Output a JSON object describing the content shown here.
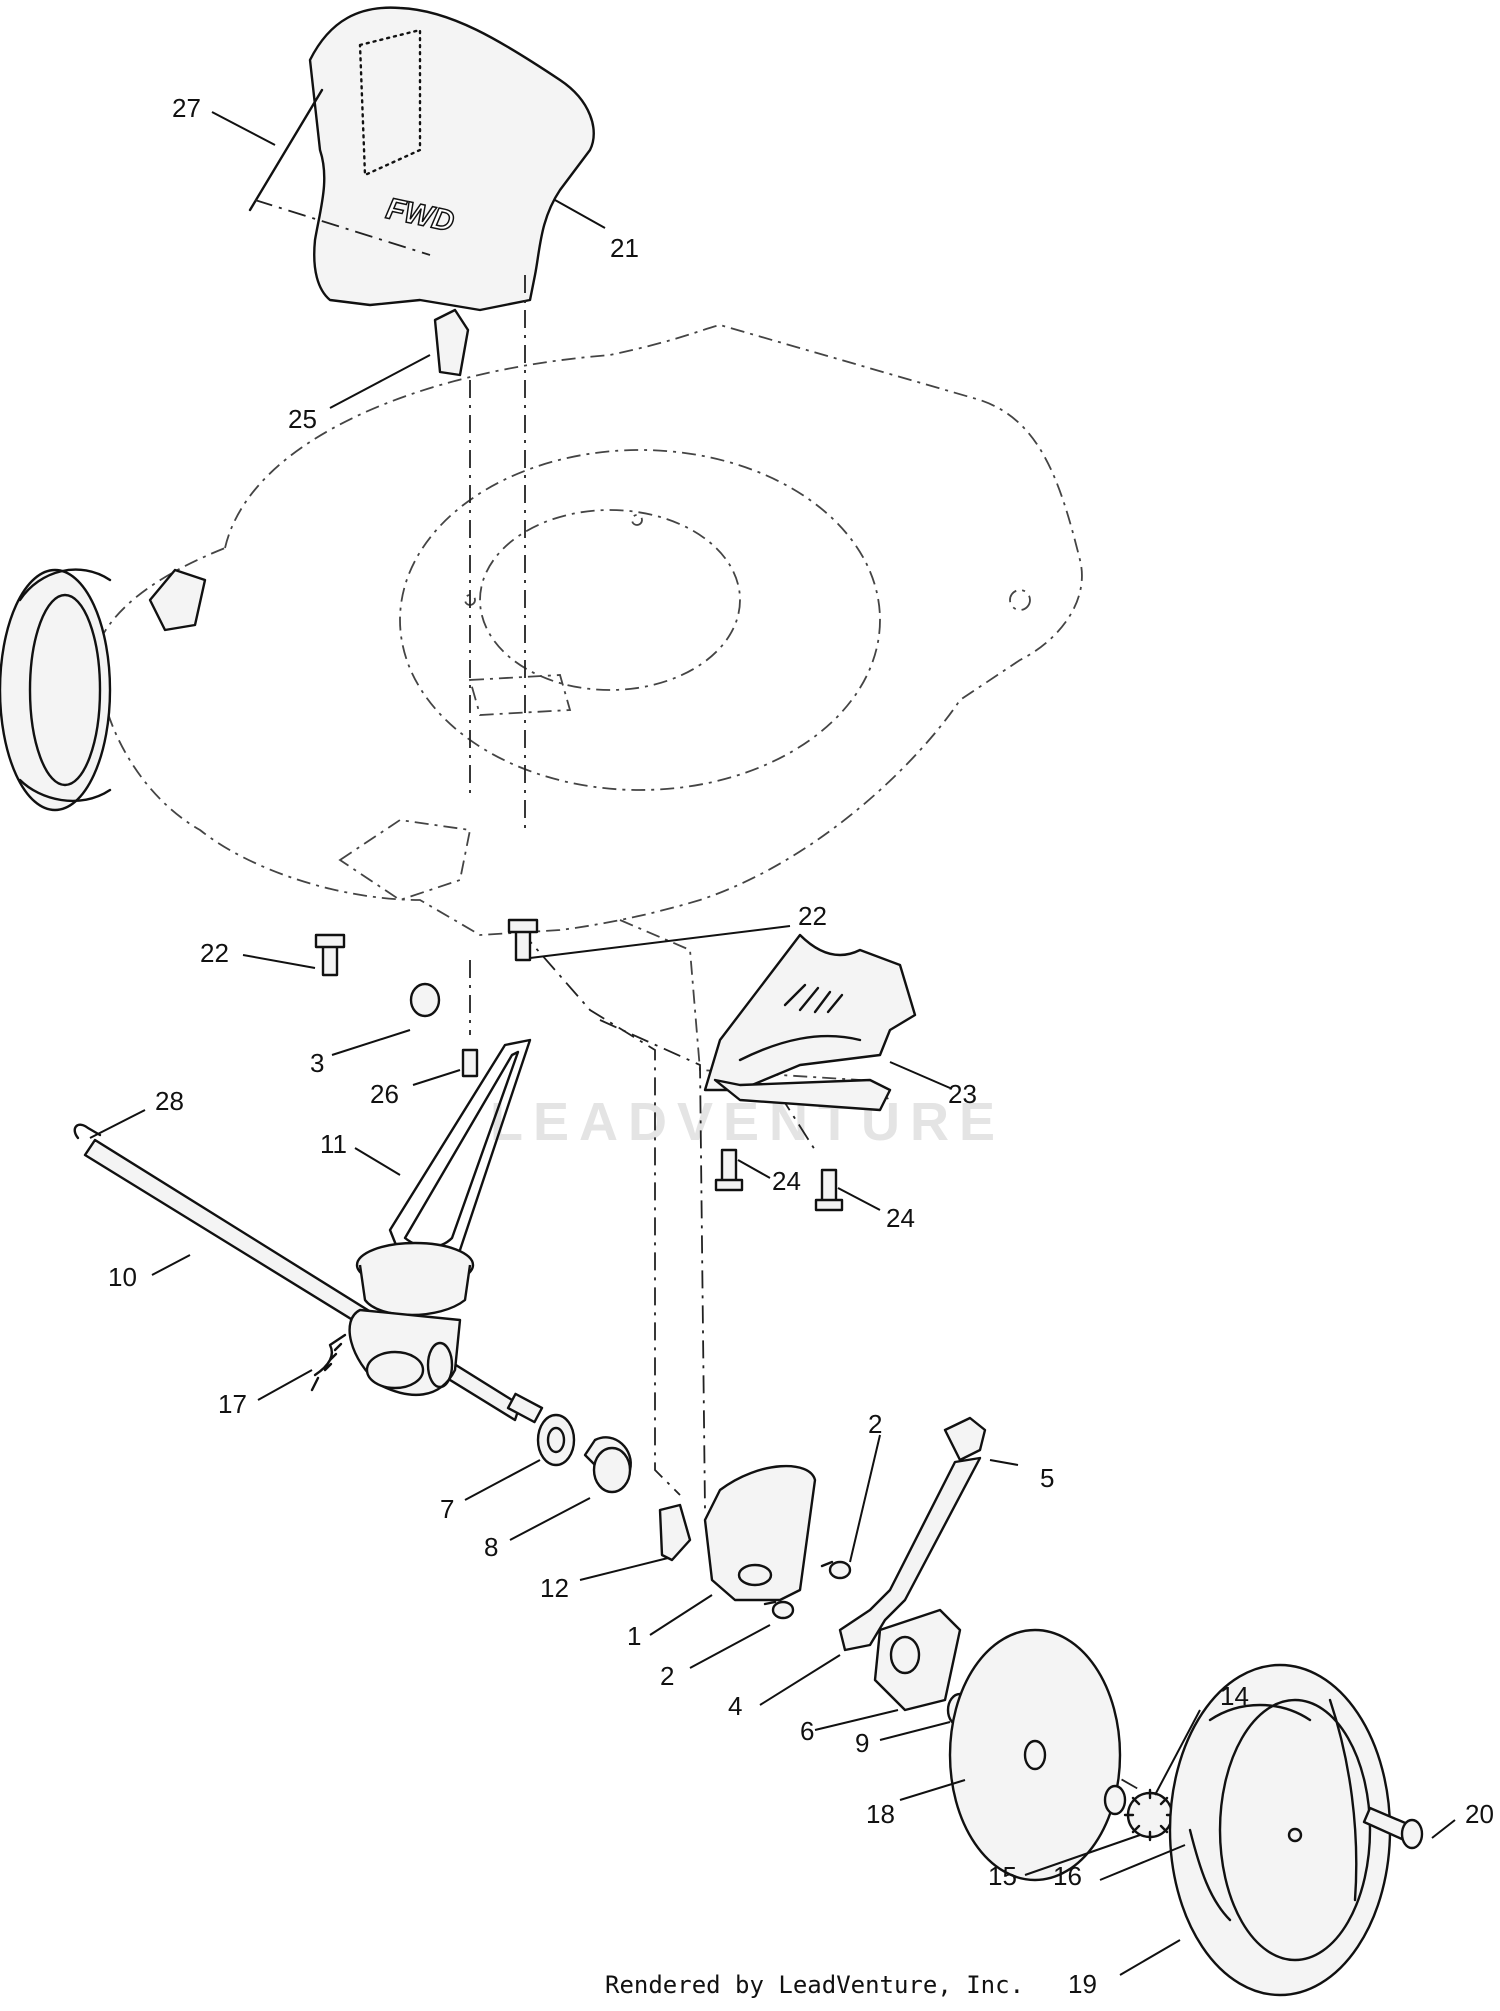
{
  "watermark": "LEADVENTURE",
  "credit": "Rendered by LeadVenture, Inc.",
  "callouts": [
    {
      "id": "c27",
      "label": "27"
    },
    {
      "id": "c21",
      "label": "21"
    },
    {
      "id": "c25",
      "label": "25"
    },
    {
      "id": "c22a",
      "label": "22"
    },
    {
      "id": "c22b",
      "label": "22"
    },
    {
      "id": "c3",
      "label": "3"
    },
    {
      "id": "c26",
      "label": "26"
    },
    {
      "id": "c23",
      "label": "23"
    },
    {
      "id": "c28",
      "label": "28"
    },
    {
      "id": "c11",
      "label": "11"
    },
    {
      "id": "c24a",
      "label": "24"
    },
    {
      "id": "c24b",
      "label": "24"
    },
    {
      "id": "c10",
      "label": "10"
    },
    {
      "id": "c17",
      "label": "17"
    },
    {
      "id": "c2a",
      "label": "2"
    },
    {
      "id": "c5",
      "label": "5"
    },
    {
      "id": "c7",
      "label": "7"
    },
    {
      "id": "c8",
      "label": "8"
    },
    {
      "id": "c12",
      "label": "12"
    },
    {
      "id": "c1",
      "label": "1"
    },
    {
      "id": "c2b",
      "label": "2"
    },
    {
      "id": "c4",
      "label": "4"
    },
    {
      "id": "c6",
      "label": "6"
    },
    {
      "id": "c9",
      "label": "9"
    },
    {
      "id": "c14",
      "label": "14"
    },
    {
      "id": "c18",
      "label": "18"
    },
    {
      "id": "c15",
      "label": "15"
    },
    {
      "id": "c16",
      "label": "16"
    },
    {
      "id": "c20",
      "label": "20"
    },
    {
      "id": "c19",
      "label": "19"
    }
  ]
}
